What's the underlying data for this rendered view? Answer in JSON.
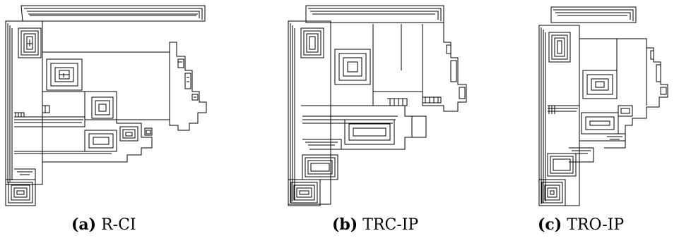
{
  "figure": {
    "panels": [
      {
        "tag": "(a)",
        "label": "R-CI"
      },
      {
        "tag": "(b)",
        "label": "TRC-IP"
      },
      {
        "tag": "(c)",
        "label": "TRO-IP"
      }
    ]
  }
}
